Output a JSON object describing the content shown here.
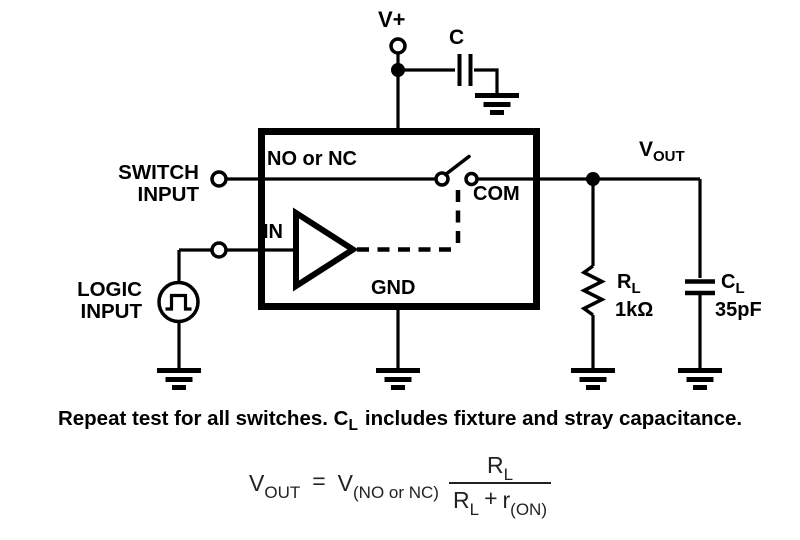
{
  "colors": {
    "ink": "#000000",
    "formula_ink": "#222222",
    "background": "#ffffff"
  },
  "circuit": {
    "supply_label": "V+",
    "supply_cap_label": "C",
    "pins": {
      "no_or_nc": "NO or NC",
      "com": "COM",
      "in": "IN",
      "gnd": "GND"
    },
    "switch_input": {
      "line1": "SWITCH",
      "line2": "INPUT"
    },
    "logic_input": {
      "line1": "LOGIC",
      "line2": "INPUT"
    },
    "vout": {
      "main": "V",
      "sub": "OUT"
    },
    "load_resistor": {
      "main": "R",
      "sub": "L",
      "value": "1kΩ"
    },
    "load_capacitor": {
      "main": "C",
      "sub": "L",
      "value": "35pF"
    }
  },
  "caption": {
    "pre": "Repeat test for all switches. C",
    "sub": "L",
    "post": "includes fixture and stray capacitance."
  },
  "formula": {
    "lhs_main": "V",
    "lhs_sub": "OUT",
    "equals": "=",
    "rhs_main": "V",
    "rhs_sub": "(NO or NC)",
    "num_main": "R",
    "num_sub": "L",
    "den_r_main": "R",
    "den_r_sub": "L",
    "den_plus": "+",
    "den_ron_main": "r",
    "den_ron_sub": "(ON)"
  }
}
